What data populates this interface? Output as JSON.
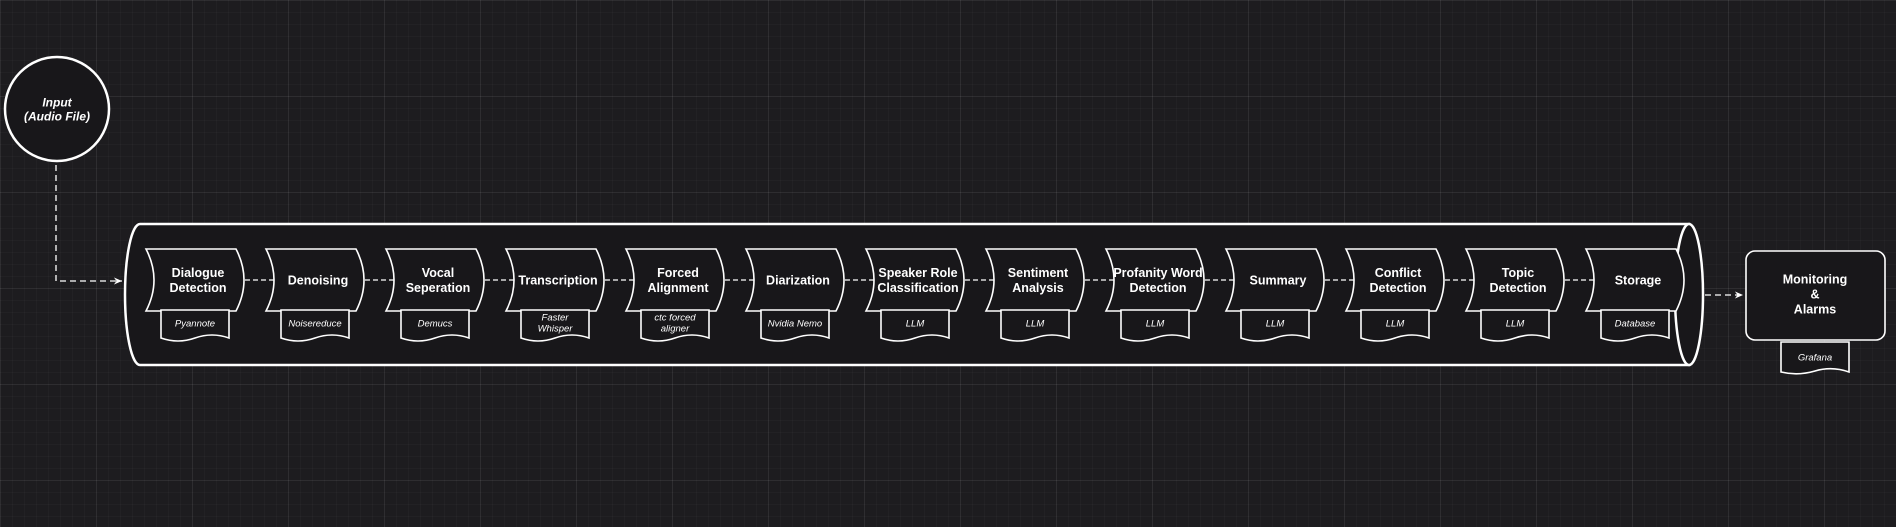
{
  "input_node": {
    "label": "Input\n(Audio File)"
  },
  "pipeline": {
    "stages": [
      {
        "id": "dialogue-detection",
        "label": "Dialogue\nDetection",
        "tool": "Pyannote"
      },
      {
        "id": "denoising",
        "label": "Denoising",
        "tool": "Noisereduce"
      },
      {
        "id": "vocal-seperation",
        "label": "Vocal\nSeperation",
        "tool": "Demucs"
      },
      {
        "id": "transcription",
        "label": "Transcription",
        "tool": "Faster Whisper"
      },
      {
        "id": "forced-alignment",
        "label": "Forced\nAlignment",
        "tool": "ctc forced\naligner"
      },
      {
        "id": "diarization",
        "label": "Diarization",
        "tool": "Nvidia Nemo"
      },
      {
        "id": "speaker-role-classification",
        "label": "Speaker Role\nClassification",
        "tool": "LLM"
      },
      {
        "id": "sentiment-analysis",
        "label": "Sentiment\nAnalysis",
        "tool": "LLM"
      },
      {
        "id": "profanity-word-detection",
        "label": "Profanity Word\nDetection",
        "tool": "LLM"
      },
      {
        "id": "summary",
        "label": "Summary",
        "tool": "LLM"
      },
      {
        "id": "conflict-detection",
        "label": "Conflict\nDetection",
        "tool": "LLM"
      },
      {
        "id": "topic-detection",
        "label": "Topic\nDetection",
        "tool": "LLM"
      },
      {
        "id": "storage",
        "label": "Storage",
        "tool": "Database"
      }
    ]
  },
  "output_node": {
    "label": "Monitoring\n&\nAlarms",
    "tool": "Grafana"
  },
  "colors": {
    "background": "#1d1c1f",
    "stroke": "#ffffff",
    "shape_fill": "#18171a",
    "text": "#ffffff"
  }
}
